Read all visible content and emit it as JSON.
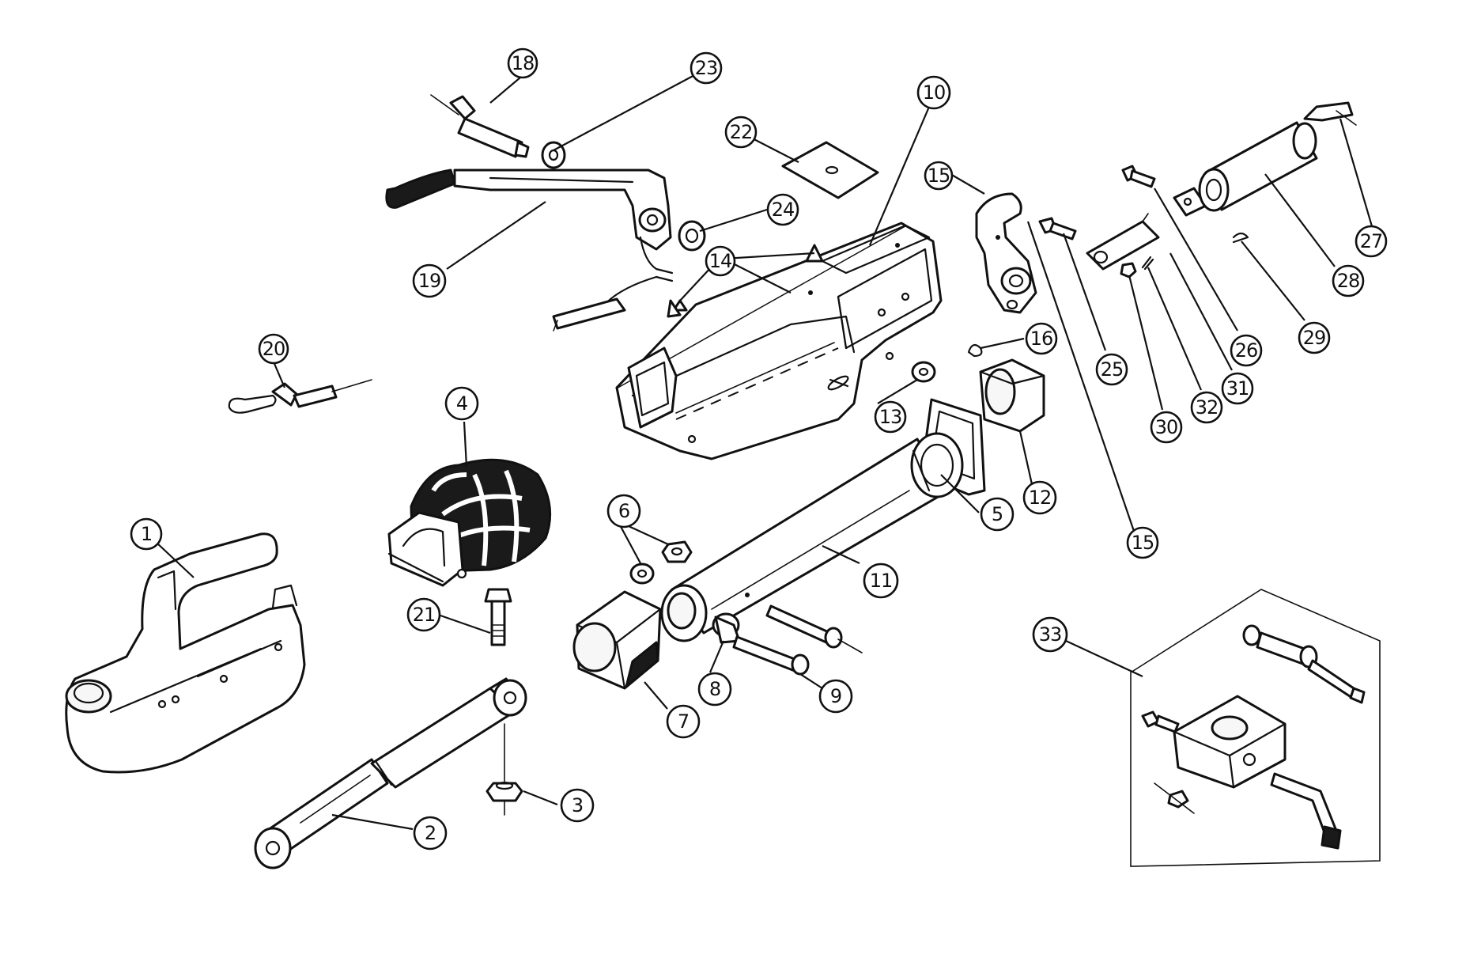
{
  "diagram": {
    "callouts": [
      "1",
      "2",
      "3",
      "4",
      "5",
      "6",
      "7",
      "8",
      "9",
      "10",
      "11",
      "12",
      "13",
      "14",
      "15",
      "15",
      "16",
      "18",
      "19",
      "20",
      "21",
      "22",
      "23",
      "24",
      "25",
      "26",
      "27",
      "28",
      "29",
      "30",
      "31",
      "32",
      "33"
    ]
  },
  "colors": {
    "line": "#111111",
    "background": "#ffffff"
  }
}
